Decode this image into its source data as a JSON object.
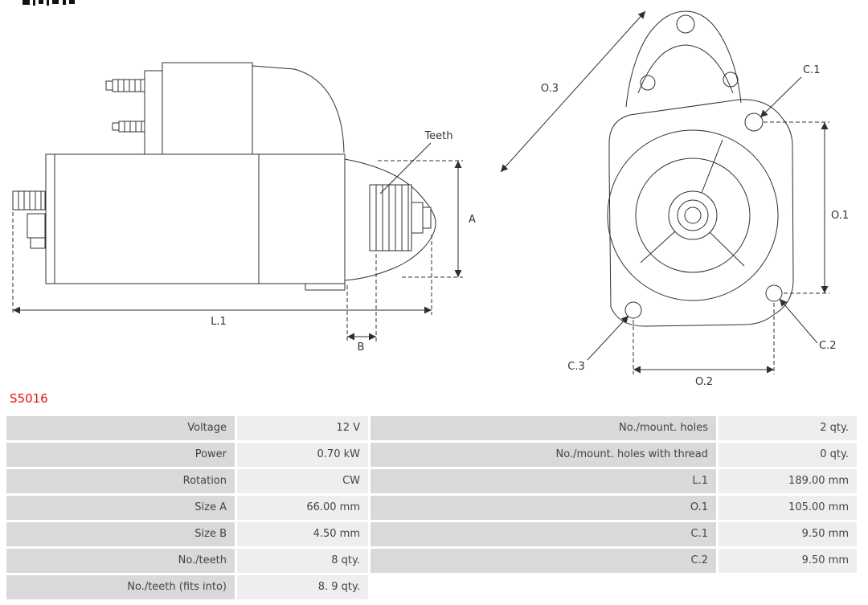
{
  "part_number": "S5016",
  "colors": {
    "part_number": "#e81010",
    "row_label_bg": "#d9d9d9",
    "row_value_bg": "#eeeeee",
    "line_art": "#2f2f2f"
  },
  "drawing": {
    "labels": {
      "teeth": "Teeth",
      "a": "A",
      "b": "B",
      "l1": "L.1",
      "o1": "O.1",
      "o2": "O.2",
      "o3": "O.3",
      "c1": "C.1",
      "c2": "C.2",
      "c3": "C.3"
    }
  },
  "table": {
    "rows": [
      {
        "l_label": "Voltage",
        "l_value": "12 V",
        "r_label": "No./mount. holes",
        "r_value": "2 qty."
      },
      {
        "l_label": "Power",
        "l_value": "0.70 kW",
        "r_label": "No./mount. holes with thread",
        "r_value": "0 qty."
      },
      {
        "l_label": "Rotation",
        "l_value": "CW",
        "r_label": "L.1",
        "r_value": "189.00 mm"
      },
      {
        "l_label": "Size A",
        "l_value": "66.00 mm",
        "r_label": "O.1",
        "r_value": "105.00 mm"
      },
      {
        "l_label": "Size B",
        "l_value": "4.50 mm",
        "r_label": "C.1",
        "r_value": "9.50 mm"
      },
      {
        "l_label": "No./teeth",
        "l_value": "8 qty.",
        "r_label": "C.2",
        "r_value": "9.50 mm"
      },
      {
        "l_label": "No./teeth (fits into)",
        "l_value": "8. 9 qty.",
        "r_label": "",
        "r_value": ""
      }
    ]
  }
}
